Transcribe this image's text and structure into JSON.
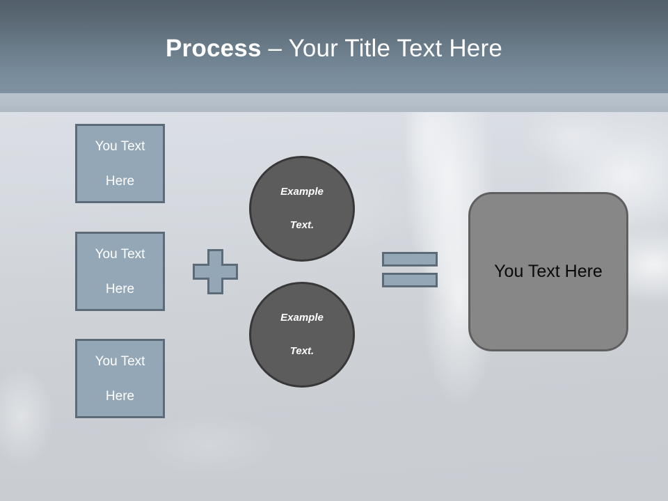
{
  "slide": {
    "header": {
      "title_bold": "Process",
      "title_rest": " – Your Title Text Here",
      "background_color": "#6c7e8c",
      "strip_color": "#b3bec9",
      "title_color": "#ffffff"
    },
    "input_boxes": [
      {
        "line1": "You Text",
        "line2": "Here"
      },
      {
        "line1": "You Text",
        "line2": "Here"
      },
      {
        "line1": "You Text",
        "line2": "Here"
      }
    ],
    "operators": {
      "plus": "+",
      "equals": "="
    },
    "circles": [
      {
        "line1": "Example",
        "line2": "Text."
      },
      {
        "line1": "Example",
        "line2": "Text."
      }
    ],
    "result": {
      "label": "You Text Here"
    },
    "colors": {
      "accent_blue_gray": "#94a7b6",
      "accent_border": "#5d6b78",
      "circle_fill": "#5c5c5c",
      "circle_border": "#383838",
      "result_fill": "#878787",
      "result_border": "#5f5f5f",
      "background": "#d3d8de"
    }
  }
}
